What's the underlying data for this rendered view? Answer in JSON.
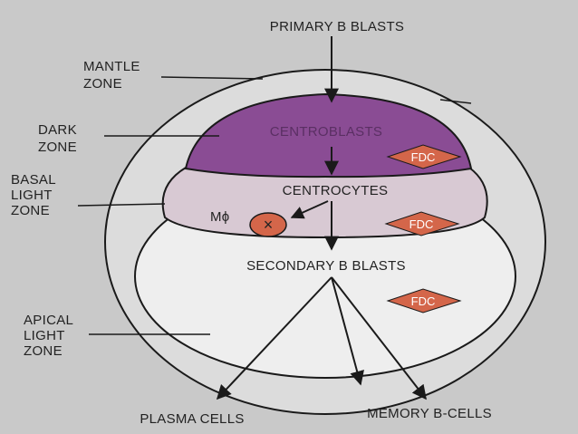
{
  "labels": {
    "primary_b_blasts": "PRIMARY B BLASTS",
    "mantle_zone_1": "MANTLE",
    "mantle_zone_2": "ZONE",
    "dark_zone_1": "DARK",
    "dark_zone_2": "ZONE",
    "basal_light_zone_1": "BASAL",
    "basal_light_zone_2": "LIGHT",
    "basal_light_zone_3": "ZONE",
    "apical_light_zone_1": "APICAL",
    "apical_light_zone_2": "LIGHT",
    "apical_light_zone_3": "ZONE",
    "centroblasts": "CENTROBLASTS",
    "centrocytes": "CENTROCYTES",
    "macrophage": "Mϕ",
    "macrophage_symbol": "×",
    "secondary_b_blasts": "SECONDARY B BLASTS",
    "plasma_cells": "PLASMA CELLS",
    "memory_b_cells": "MEMORY B-CELLS",
    "fdc": "FDC"
  },
  "colors": {
    "background": "#c9c9c9",
    "mantle": "#dcdcdc",
    "basal_light": "#d8c9d3",
    "apical_light": "#eeeeee",
    "dark_zone": "#8a4c94",
    "fdc": "#d4664a",
    "line": "#1a1a1a"
  }
}
